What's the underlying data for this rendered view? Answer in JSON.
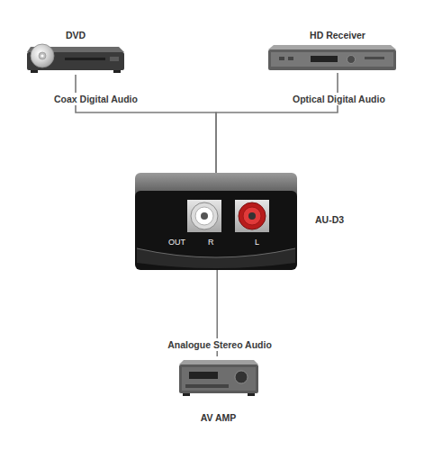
{
  "diagram": {
    "nodes": [
      {
        "text": [
          "DVD"
        ]
      },
      {
        "text": [
          "HD Receiver"
        ]
      },
      {
        "text": [
          "AU-D3"
        ]
      },
      {
        "text": [
          "AV AMP"
        ]
      }
    ],
    "edges": [
      {
        "from": 0,
        "to": 2,
        "label": "Coax Digital Audio",
        "arrow": "none"
      },
      {
        "from": 1,
        "to": 2,
        "label": "Optical Digital Audio",
        "arrow": "none"
      },
      {
        "from": 2,
        "to": 3,
        "label": "Analogue Stereo Audio",
        "arrow": "none"
      }
    ],
    "labels": [
      "OUT",
      "R",
      "L"
    ]
  }
}
